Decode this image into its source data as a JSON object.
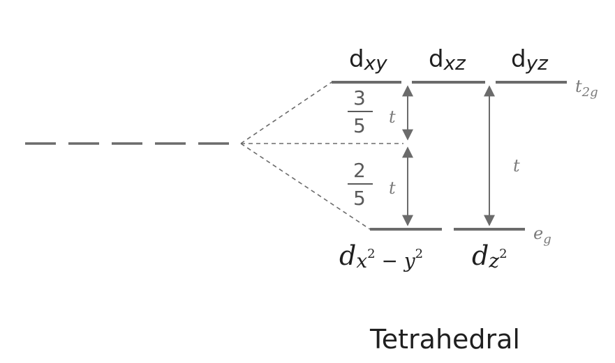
{
  "title": "Tetrahedral",
  "colors": {
    "line": "#6b6b6b",
    "text": "#1f1f1f",
    "muted": "#7a7a7a"
  },
  "upper_orbitals": {
    "xy": "xy",
    "xz": "xz",
    "yz": "yz",
    "set_label": "t",
    "set_sub": "2g"
  },
  "lower_orbitals": {
    "x2y2_a": "x",
    "x2y2_b": "2",
    "x2y2_minus": " − y",
    "x2y2_c": "2",
    "z2_a": "z",
    "z2_b": "2",
    "set_label": "e",
    "set_sub": "g"
  },
  "splitting": {
    "upper_fraction_num": "3",
    "upper_fraction_den": "5",
    "lower_fraction_num": "2",
    "lower_fraction_den": "5",
    "symbol": "t"
  }
}
